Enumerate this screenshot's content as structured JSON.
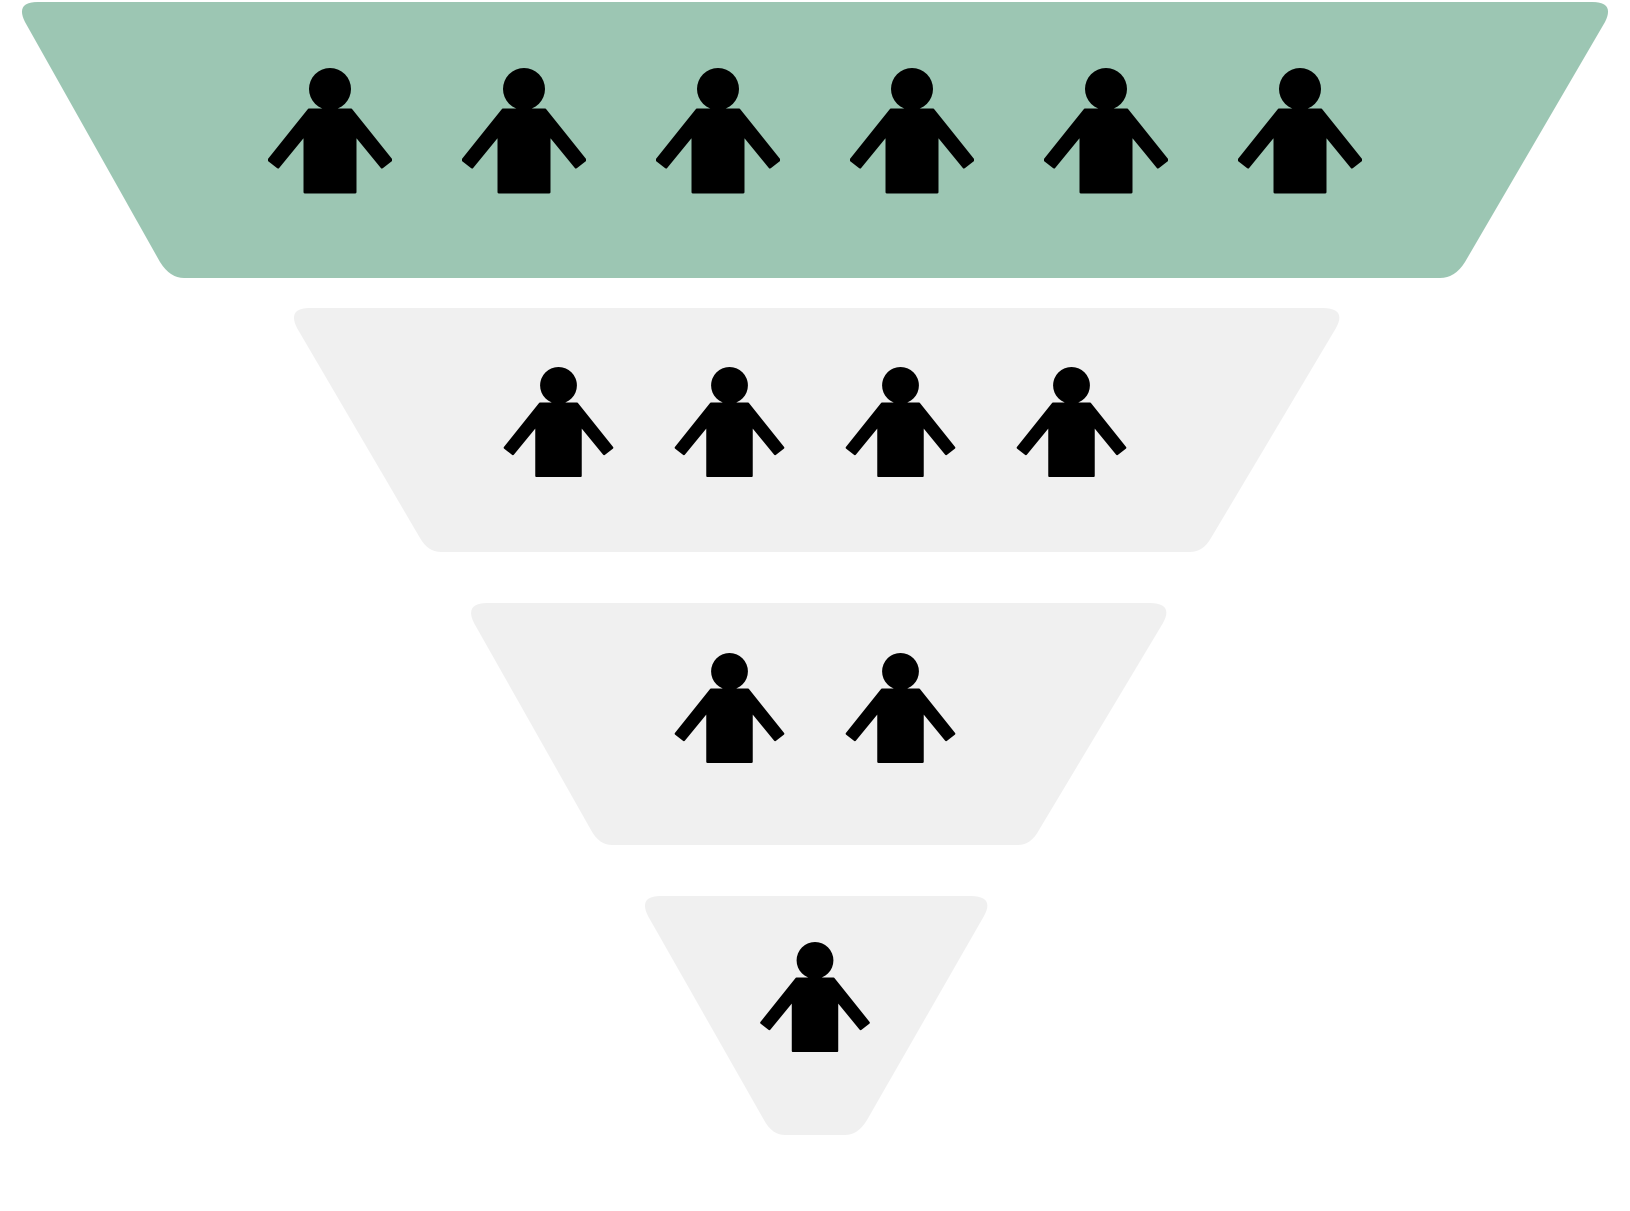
{
  "colors": {
    "background": "#ffffff",
    "highlight_fill": "#9cc6b3",
    "stage_fill": "#f0f0f0",
    "icon_fill": "#000000"
  },
  "icon": "person-icon",
  "stages": [
    {
      "people": 6,
      "highlighted": true
    },
    {
      "people": 4,
      "highlighted": false
    },
    {
      "people": 2,
      "highlighted": false
    },
    {
      "people": 1,
      "highlighted": false
    }
  ]
}
